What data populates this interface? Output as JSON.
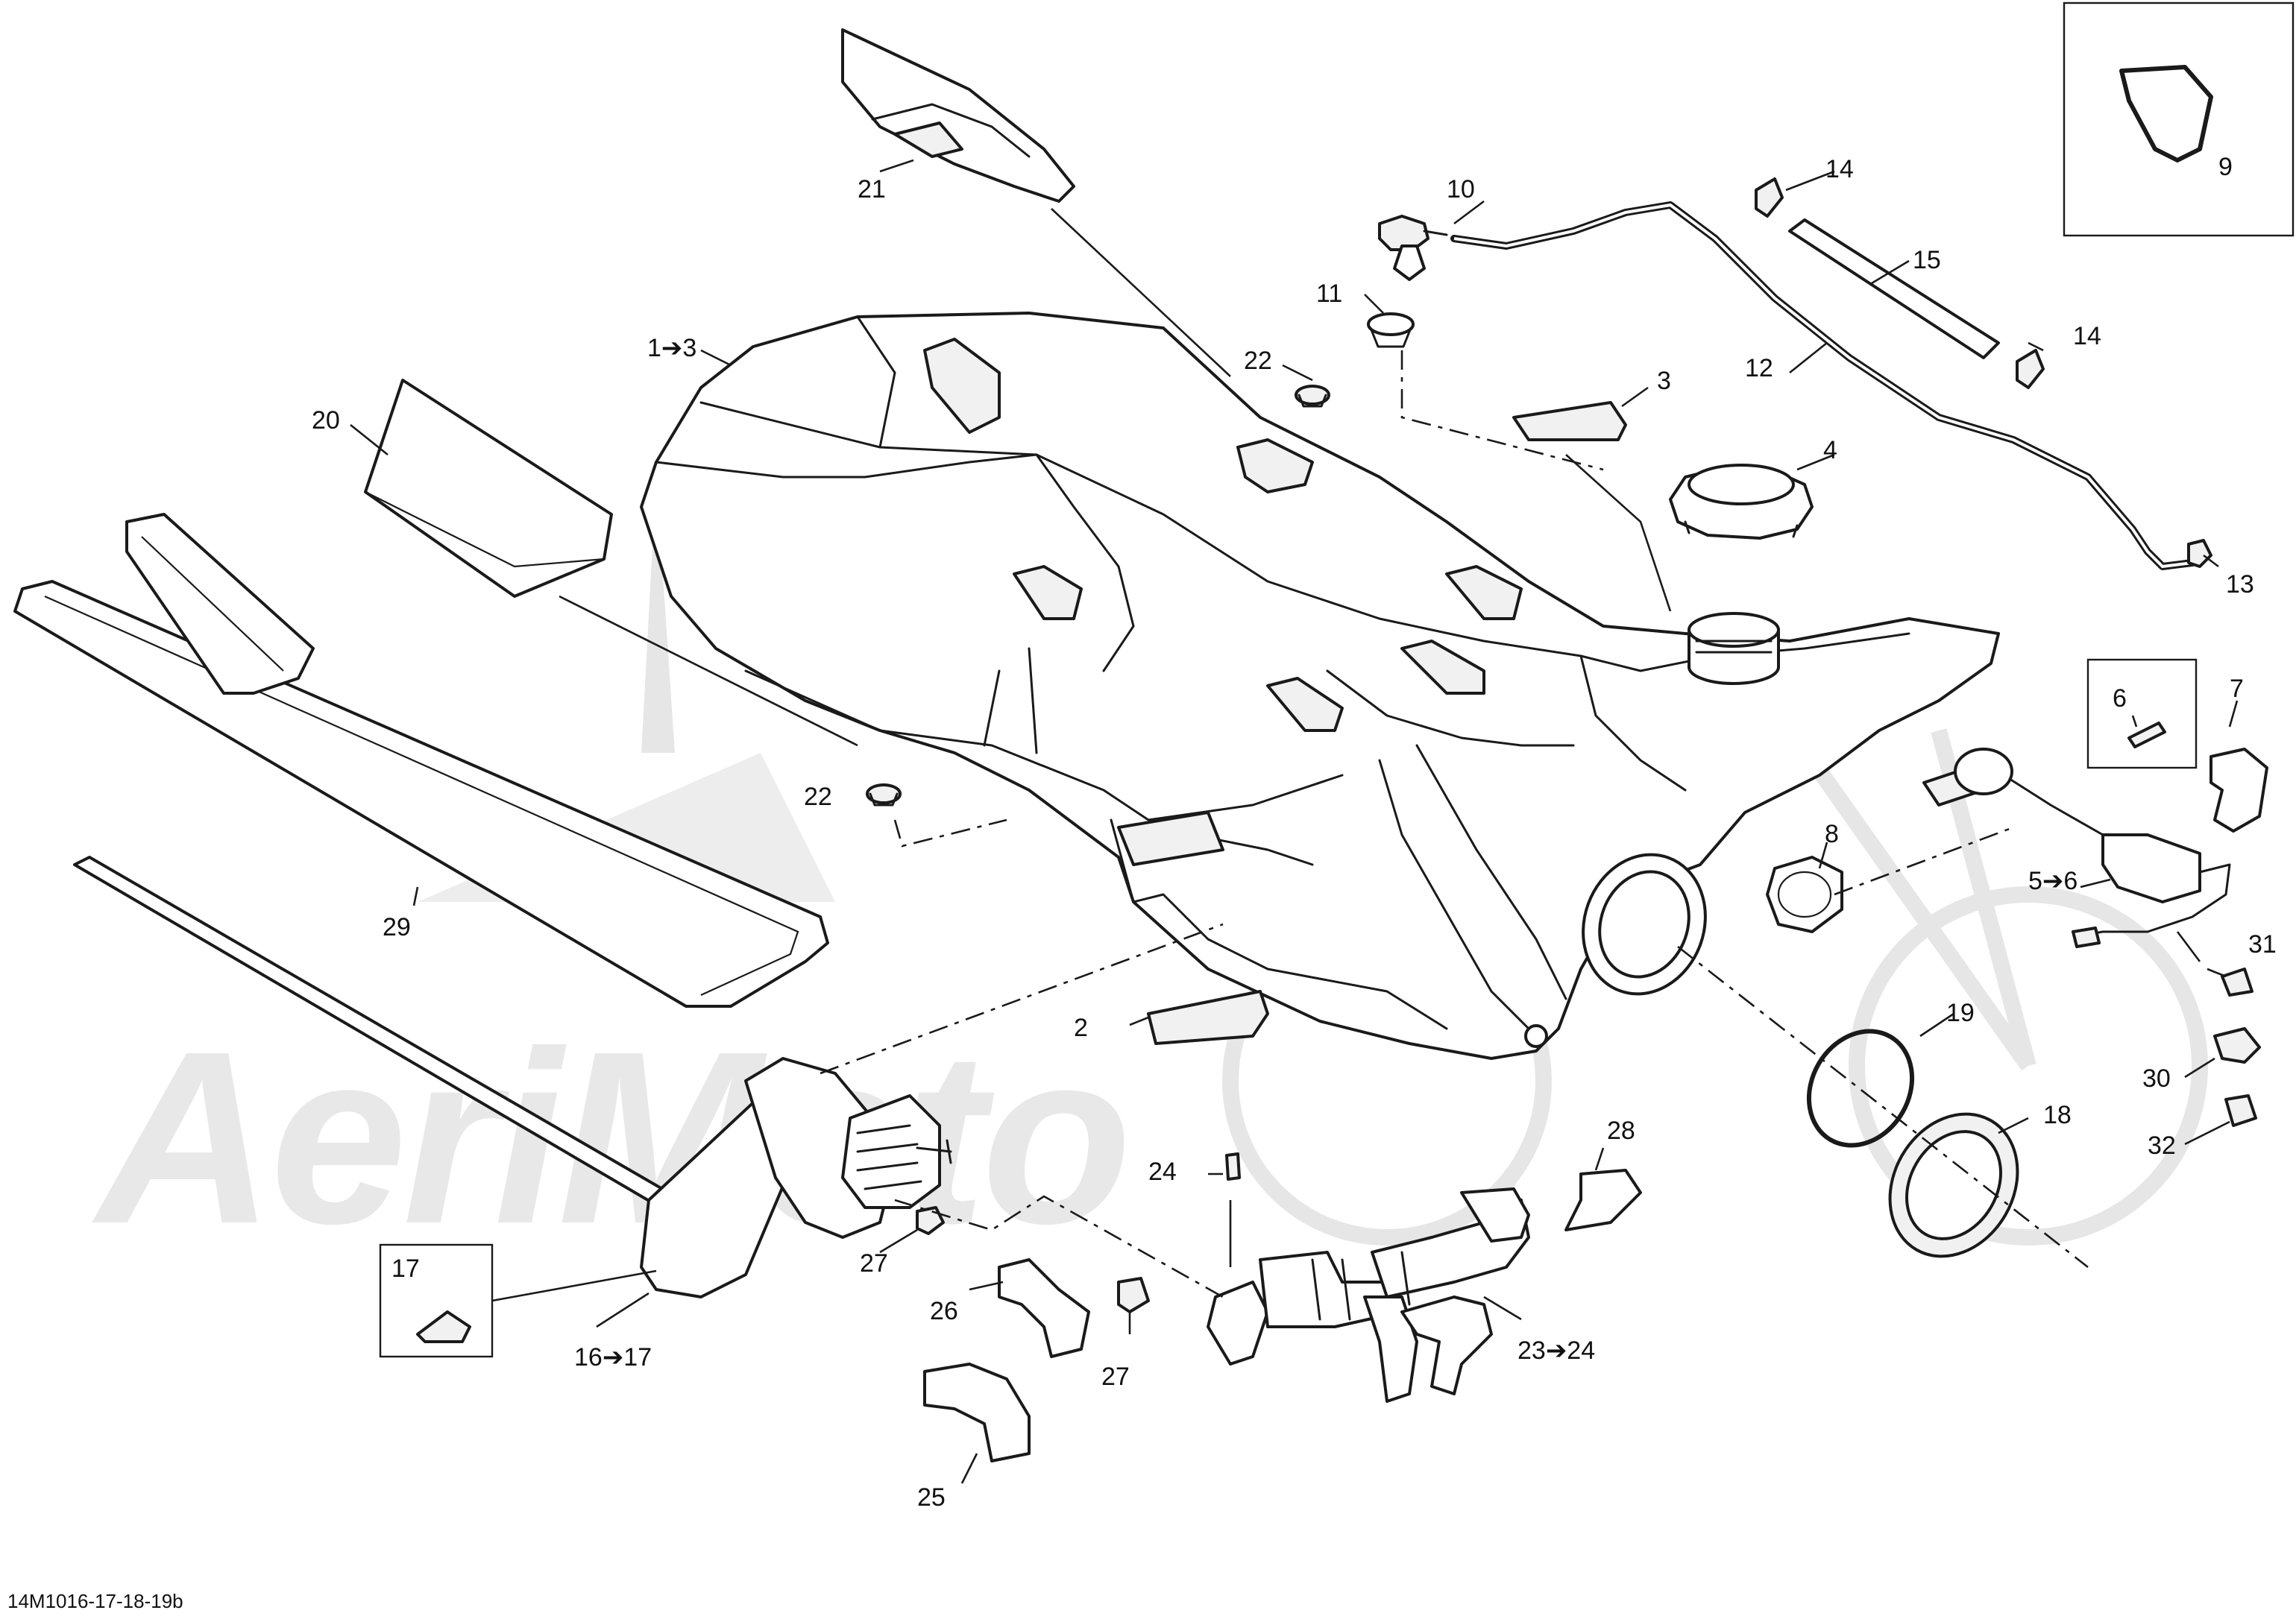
{
  "diagram_id": "14M1016-17-18-19b",
  "watermark_text": "AeriMoto",
  "callouts": {
    "c1_3": "1➔3",
    "c2": "2",
    "c3": "3",
    "c4": "4",
    "c5_6": "5➔6",
    "c6": "6",
    "c7": "7",
    "c8": "8",
    "c9": "9",
    "c10": "10",
    "c11": "11",
    "c12": "12",
    "c13": "13",
    "c14a": "14",
    "c14b": "14",
    "c15": "15",
    "c16_17": "16➔17",
    "c17": "17",
    "c18": "18",
    "c19": "19",
    "c20": "20",
    "c21": "21",
    "c22a": "22",
    "c22b": "22",
    "c23_24": "23➔24",
    "c24": "24",
    "c25": "25",
    "c26": "26",
    "c27a": "27",
    "c27b": "27",
    "c28": "28",
    "c29": "29",
    "c30": "30",
    "c31": "31",
    "c32": "32"
  },
  "colors": {
    "line": "#1a1a1a",
    "watermark": "#e6e6e6",
    "background": "#ffffff"
  }
}
